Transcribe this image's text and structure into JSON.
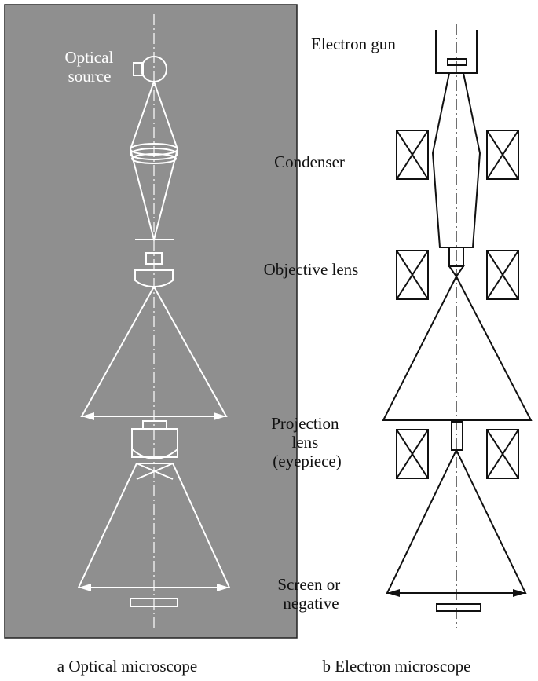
{
  "optical": {
    "source_label": [
      "Optical",
      "source"
    ],
    "caption": "a Optical microscope"
  },
  "electron": {
    "gun_label": "Electron gun",
    "condenser_label": "Condenser",
    "objective_label": "Objective lens",
    "projection_label": [
      "Projection",
      "lens",
      "(eyepiece)"
    ],
    "screen_label": [
      "Screen or",
      "negative"
    ],
    "caption": "b Electron microscope"
  },
  "colors": {
    "panel_background": "#8f8f8f",
    "optical_lines": "#ffffff",
    "electron_lines": "#111111"
  }
}
